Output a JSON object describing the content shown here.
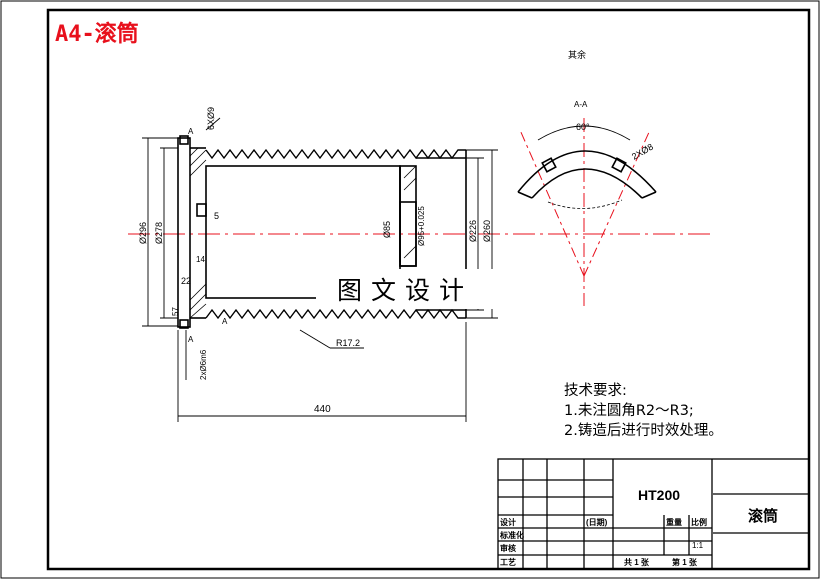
{
  "sheet_label": "A4-滚筒",
  "surface_note": "其余",
  "watermark": "图文设计",
  "section_label": "A-A",
  "section_angle": "60°",
  "dims": {
    "holes_left": "6XØ9",
    "holes_right": "2XØ8",
    "d296": "Ø296",
    "d278": "Ø278",
    "d85": "Ø85",
    "d95": "Ø95+0.025",
    "d226": "Ø226",
    "d260": "Ø260",
    "w5": "5",
    "w14": "14",
    "w22": "22",
    "w57": "57",
    "radius": "R17.2",
    "pin_holes": "2xØ6m6",
    "length": "440",
    "mark_a1": "A",
    "mark_a2": "A",
    "mark_a3": "A"
  },
  "tech_requirements": {
    "heading": "技术要求:",
    "items": [
      "1.未注圆角R2～R3;",
      "2.铸造后进行时效处理。"
    ]
  },
  "title_block": {
    "material": "HT200",
    "part_name": "滚筒",
    "labels": {
      "design": "设计",
      "standard": "标准化",
      "review": "审核",
      "process": "工艺",
      "date": "(日期)",
      "weight": "重量",
      "scale": "比例",
      "scale_value": "1:1",
      "sheets_total": "共 1 张",
      "sheet_no": "第 1 张"
    }
  }
}
